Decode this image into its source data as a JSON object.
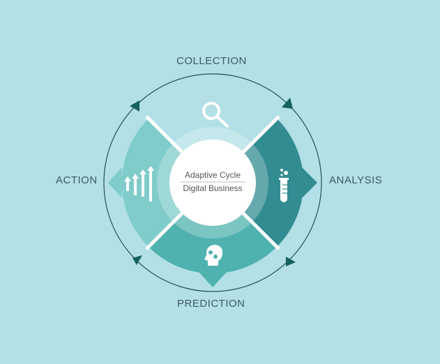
{
  "diagram": {
    "center": {
      "line1": "Adaptive Cycle",
      "line2": "Digital Business"
    },
    "stages": [
      {
        "label": "COLLECTION",
        "icon": "magnifier-icon",
        "color": "#b2e0e6"
      },
      {
        "label": "ANALYSIS",
        "icon": "test-tube-icon",
        "color": "#328c92"
      },
      {
        "label": "PREDICTION",
        "icon": "head-gears-icon",
        "color": "#4fb2af"
      },
      {
        "label": "ACTION",
        "icon": "growth-arrows-icon",
        "color": "#7fccca"
      }
    ],
    "colors": {
      "background": "#b2e0e6",
      "cycle_line": "#1f4f55",
      "arrow": "#15615f",
      "text": "#3d5a66"
    }
  }
}
